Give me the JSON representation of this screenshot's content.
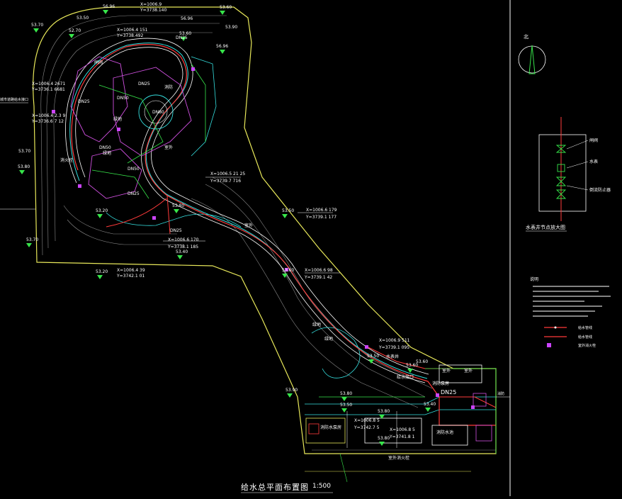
{
  "drawing": {
    "title": "给水总平面布置图",
    "scale": "1:500",
    "north_label": "北",
    "detail_caption": "水表井节点放大图",
    "notes_heading": "说明",
    "legend": [
      {
        "label": "给水管线",
        "color": "#ff3b3b"
      },
      {
        "label": "给水管线",
        "color": "#ff3b3b"
      },
      {
        "label": "室外消火栓",
        "color": "#cc44ff"
      }
    ],
    "detail_labels": [
      "闸阀",
      "水表",
      "倒流防止器"
    ],
    "pipe_labels": [
      "DN25",
      "DN50",
      "DN50",
      "DN25",
      "DN25",
      "DN50",
      "DN25",
      "DN25",
      "DN80",
      "DN25"
    ],
    "elevations": [
      "56.96",
      "53.70",
      "52.70",
      "53.60",
      "53.60",
      "56.96",
      "56.96",
      "53.80",
      "53.70",
      "53.20",
      "53.20",
      "53.40",
      "53.50",
      "53.60",
      "53.90",
      "53.80",
      "53.50",
      "53.80",
      "53.80",
      "53.60",
      "53.50",
      "53.40",
      "53.80",
      "53.60",
      "53.70",
      "53.50",
      "53.90"
    ],
    "coordinates": [
      {
        "x": "X=1006.9",
        "y": "Y=3738.140"
      },
      {
        "x": "X=1006.4 151",
        "y": "Y=3738.492"
      },
      {
        "x": "X=1006.4 2671",
        "y": "Y=3736.1 6681"
      },
      {
        "x": "X=1006.4 2.3 9",
        "y": "Y=3736.6 7 12"
      },
      {
        "x": "X=1006.5 21 25",
        "y": "Y=3739.7 716"
      },
      {
        "x": "X=1006.6 170",
        "y": "Y=3738.1 185"
      },
      {
        "x": "X=1006.6 179",
        "y": "Y=3739.1 177"
      },
      {
        "x": "X=1006.6 98",
        "y": "Y=3739.1 42"
      },
      {
        "x": "X=1006.9 511",
        "y": "Y=3739.1 095"
      },
      {
        "x": "X=1006.4 39",
        "y": "Y=3742.1 01"
      },
      {
        "x": "X=1006.8 5",
        "y": "Y=3742.7 5"
      },
      {
        "x": "X=1006.8 5",
        "y": "Y=3741.8 1"
      }
    ],
    "room_labels": [
      "闸阀",
      "绿地",
      "消防",
      "绿地",
      "室外",
      "消火栓",
      "室外",
      "绿地",
      "水表井",
      "绿地",
      "消防水泵房",
      "消防水池",
      "室外",
      "室外",
      "给水接口",
      "消防泵房",
      "室外消火栓"
    ],
    "side_labels": [
      "城市道路给水接口",
      "消防"
    ]
  }
}
